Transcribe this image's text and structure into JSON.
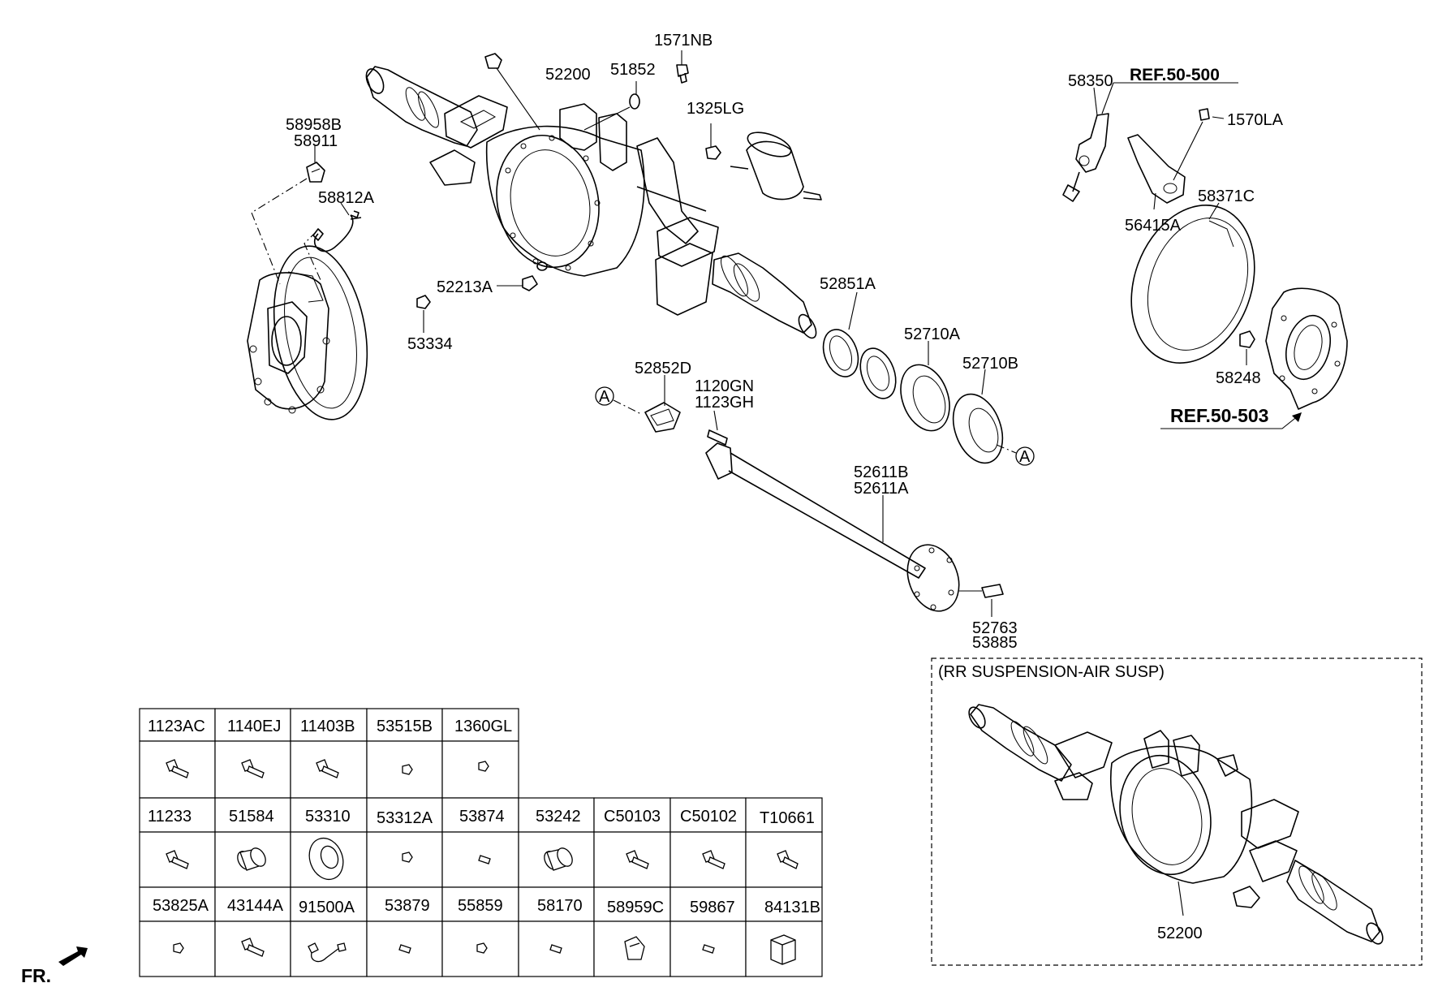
{
  "callouts": [
    {
      "id": "c-1571NB",
      "text": "1571NB"
    },
    {
      "id": "c-51852",
      "text": "51852"
    },
    {
      "id": "c-52200-top",
      "text": "52200"
    },
    {
      "id": "c-1325LG",
      "text": "1325LG"
    },
    {
      "id": "c-58958B",
      "text": "58958B"
    },
    {
      "id": "c-58911",
      "text": "58911"
    },
    {
      "id": "c-58812A",
      "text": "58812A"
    },
    {
      "id": "c-52213A",
      "text": "52213A"
    },
    {
      "id": "c-53334",
      "text": "53334"
    },
    {
      "id": "c-52851A",
      "text": "52851A"
    },
    {
      "id": "c-52710A",
      "text": "52710A"
    },
    {
      "id": "c-52710B",
      "text": "52710B"
    },
    {
      "id": "c-52852D",
      "text": "52852D"
    },
    {
      "id": "c-1120GN",
      "text": "1120GN"
    },
    {
      "id": "c-1123GH",
      "text": "1123GH"
    },
    {
      "id": "c-52611B",
      "text": "52611B"
    },
    {
      "id": "c-52611A",
      "text": "52611A"
    },
    {
      "id": "c-52763",
      "text": "52763"
    },
    {
      "id": "c-53885",
      "text": "53885"
    },
    {
      "id": "c-58350",
      "text": "58350"
    },
    {
      "id": "c-1570LA",
      "text": "1570LA"
    },
    {
      "id": "c-56415A",
      "text": "56415A"
    },
    {
      "id": "c-58371C",
      "text": "58371C"
    },
    {
      "id": "c-58248",
      "text": "58248"
    },
    {
      "id": "c-52200-inset",
      "text": "52200"
    }
  ],
  "refs": {
    "ref_500": "REF.50-500",
    "ref_503": "REF.50-503"
  },
  "markers": {
    "a": "A"
  },
  "inset": {
    "title": "(RR SUSPENSION-AIR SUSP)"
  },
  "front_label": "FR.",
  "parts_table": {
    "row1": [
      "1123AC",
      "1140EJ",
      "11403B",
      "53515B",
      "1360GL"
    ],
    "row2": [
      "11233",
      "51584",
      "53310",
      "53312A",
      "53874",
      "53242",
      "C50103",
      "C50102",
      "T10661"
    ],
    "row3": [
      "53825A",
      "43144A",
      "91500A",
      "53879",
      "55859",
      "58170",
      "58959C",
      "59867",
      "84131B"
    ]
  }
}
